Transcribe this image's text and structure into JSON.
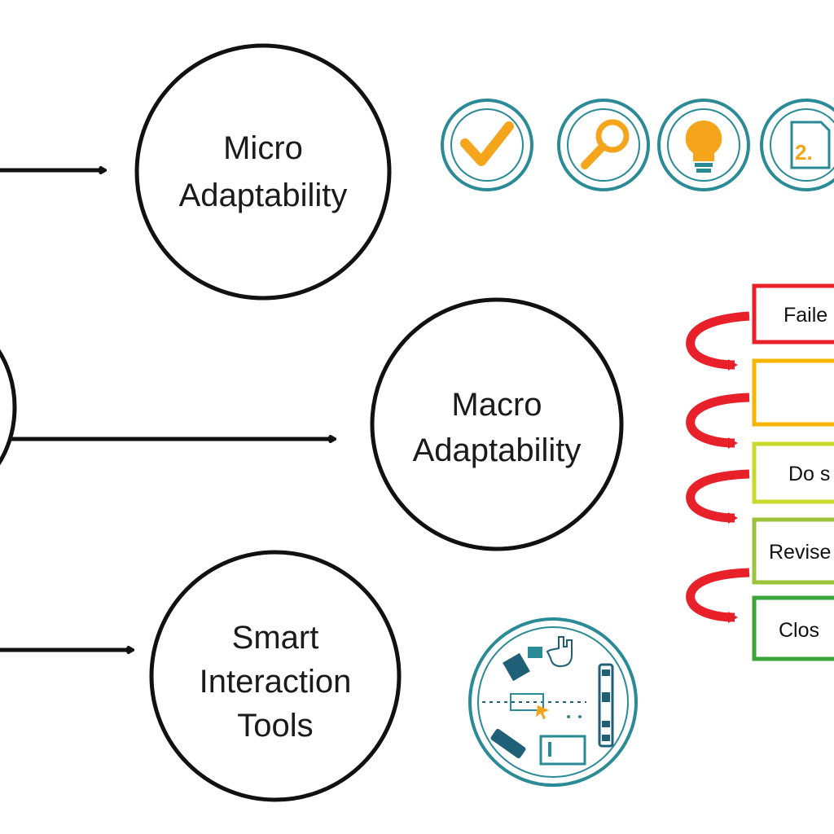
{
  "diagram": {
    "nodes": [
      {
        "id": "micro",
        "lines": [
          "Micro",
          "Adaptability"
        ]
      },
      {
        "id": "macro",
        "lines": [
          "Macro",
          "Adaptability"
        ]
      },
      {
        "id": "smart",
        "lines": [
          "Smart",
          "Interaction",
          "Tools"
        ]
      }
    ],
    "micro_icons": [
      "checkmark-icon",
      "magnifier-icon",
      "lightbulb-icon",
      "numbered-document-icon"
    ],
    "macro_steps": [
      {
        "label": "Faile",
        "color": "#e8202a"
      },
      {
        "label": "",
        "color": "#f7b500"
      },
      {
        "label": "Do s",
        "color": "#c9d92c"
      },
      {
        "label": "Revise",
        "color": "#9cc33a"
      },
      {
        "label": "Clos",
        "color": "#3aa63a"
      }
    ],
    "smart_tools_icon": "interaction-tools-icon",
    "colors": {
      "circle_stroke": "#111111",
      "icon_teal": "#2a8a96",
      "icon_orange": "#f4a51c",
      "loop_arrow": "#e8202a"
    }
  }
}
